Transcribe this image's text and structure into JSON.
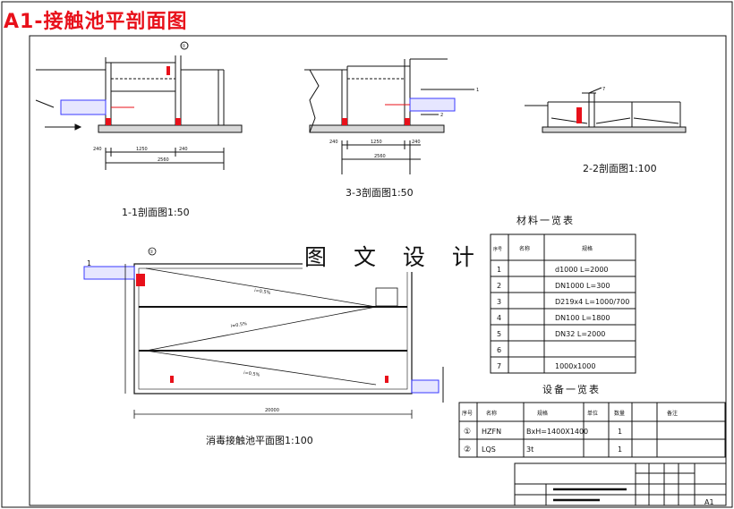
{
  "title": "A1-接触池平剖面图",
  "overlay_title": "图 文 设 计",
  "captions": {
    "section_1_1": "1-1剖面图1:50",
    "section_3_3": "3-3剖面图1:50",
    "section_2_2": "2-2剖面图1:100",
    "plan": "消毒接触池平面图1:100"
  },
  "section_1_1_labels": {
    "callout": "①",
    "dims": [
      "240",
      "1250",
      "240",
      "2560"
    ]
  },
  "section_3_3_labels": {
    "pipe_marks": [
      "1",
      "2"
    ],
    "dims": [
      "240",
      "1250",
      "240",
      "2560"
    ]
  },
  "section_2_2_labels": {
    "callout": "7"
  },
  "plan_labels": {
    "pipe_mark_left": "1",
    "callout": "①",
    "slope_labels": [
      "i=0.5%",
      "i=0.5%",
      "i=0.5%"
    ],
    "length": "20000"
  },
  "materials_table": {
    "title": "材料一览表",
    "headers": [
      "序号",
      "名称",
      "规格"
    ],
    "rows": [
      {
        "no": "1",
        "name": "",
        "spec": "d1000  L=2000"
      },
      {
        "no": "2",
        "name": "",
        "spec": "DN1000  L=300"
      },
      {
        "no": "3",
        "name": "",
        "spec": "D219x4  L=1000/700"
      },
      {
        "no": "4",
        "name": "",
        "spec": "DN100  L=1800"
      },
      {
        "no": "5",
        "name": "",
        "spec": "DN32  L=2000"
      },
      {
        "no": "6",
        "name": "",
        "spec": ""
      },
      {
        "no": "7",
        "name": "",
        "spec": "1000x1000"
      }
    ]
  },
  "equipment_table": {
    "title": "设备一览表",
    "headers": [
      "序号",
      "名称",
      "规格",
      "单位",
      "数量",
      "备注"
    ],
    "rows": [
      {
        "no": "①",
        "name": "HZFN",
        "spec": "BxH=1400X1400",
        "unit": "",
        "qty": "1",
        "note": ""
      },
      {
        "no": "②",
        "name": "LQS",
        "spec": "3t",
        "unit": "",
        "qty": "1",
        "note": ""
      }
    ]
  },
  "title_block": {
    "page": "A1"
  }
}
